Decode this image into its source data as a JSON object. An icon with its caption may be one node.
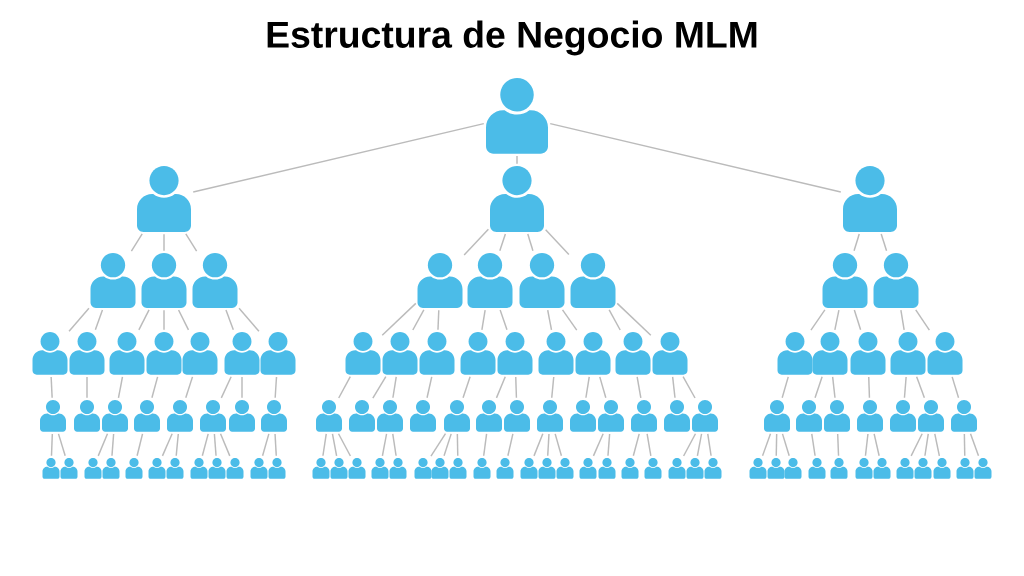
{
  "diagram": {
    "title": "Estructura de Negocio MLM",
    "nodes": [
      {
        "text": [],
        "shape": "person"
      },
      {
        "text": [],
        "shape": "person"
      },
      {
        "text": [],
        "shape": "person"
      },
      {
        "text": [],
        "shape": "person"
      },
      {
        "text": [],
        "shape": "person"
      },
      {
        "text": [],
        "shape": "person"
      },
      {
        "text": [],
        "shape": "person"
      },
      {
        "text": [],
        "shape": "person"
      },
      {
        "text": [],
        "shape": "person"
      },
      {
        "text": [],
        "shape": "person"
      },
      {
        "text": [],
        "shape": "person"
      },
      {
        "text": [],
        "shape": "person"
      },
      {
        "text": [],
        "shape": "person"
      },
      {
        "text": [],
        "shape": "person"
      },
      {
        "text": [],
        "shape": "person"
      },
      {
        "text": [],
        "shape": "person"
      },
      {
        "text": [],
        "shape": "person"
      },
      {
        "text": [],
        "shape": "person"
      },
      {
        "text": [],
        "shape": "person"
      },
      {
        "text": [],
        "shape": "person"
      },
      {
        "text": [],
        "shape": "person"
      },
      {
        "text": [],
        "shape": "person"
      },
      {
        "text": [],
        "shape": "person"
      },
      {
        "text": [],
        "shape": "person"
      },
      {
        "text": [],
        "shape": "person"
      },
      {
        "text": [],
        "shape": "person"
      },
      {
        "text": [],
        "shape": "person"
      },
      {
        "text": [],
        "shape": "person"
      },
      {
        "text": [],
        "shape": "person"
      },
      {
        "text": [],
        "shape": "person"
      },
      {
        "text": [],
        "shape": "person"
      },
      {
        "text": [],
        "shape": "person"
      },
      {
        "text": [],
        "shape": "person"
      },
      {
        "text": [],
        "shape": "person"
      },
      {
        "text": [],
        "shape": "person"
      },
      {
        "text": [],
        "shape": "person"
      },
      {
        "text": [],
        "shape": "person"
      },
      {
        "text": [],
        "shape": "person"
      },
      {
        "text": [],
        "shape": "person"
      },
      {
        "text": [],
        "shape": "person"
      },
      {
        "text": [],
        "shape": "person"
      },
      {
        "text": [],
        "shape": "person"
      },
      {
        "text": [],
        "shape": "person"
      },
      {
        "text": [],
        "shape": "person"
      },
      {
        "text": [],
        "shape": "person"
      },
      {
        "text": [],
        "shape": "person"
      },
      {
        "text": [],
        "shape": "person"
      },
      {
        "text": [],
        "shape": "person"
      },
      {
        "text": [],
        "shape": "person"
      },
      {
        "text": [],
        "shape": "person"
      },
      {
        "text": [],
        "shape": "person"
      },
      {
        "text": [],
        "shape": "person"
      },
      {
        "text": [],
        "shape": "person"
      },
      {
        "text": [],
        "shape": "person"
      },
      {
        "text": [],
        "shape": "person"
      },
      {
        "text": [],
        "shape": "person"
      },
      {
        "text": [],
        "shape": "person"
      },
      {
        "text": [],
        "shape": "person"
      },
      {
        "text": [],
        "shape": "person"
      },
      {
        "text": [],
        "shape": "person"
      },
      {
        "text": [],
        "shape": "person"
      },
      {
        "text": [],
        "shape": "person"
      },
      {
        "text": [],
        "shape": "person"
      },
      {
        "text": [],
        "shape": "person"
      },
      {
        "text": [],
        "shape": "person"
      },
      {
        "text": [],
        "shape": "person"
      },
      {
        "text": [],
        "shape": "person"
      },
      {
        "text": [],
        "shape": "person"
      },
      {
        "text": [],
        "shape": "person"
      },
      {
        "text": [],
        "shape": "person"
      },
      {
        "text": [],
        "shape": "person"
      },
      {
        "text": [],
        "shape": "person"
      },
      {
        "text": [],
        "shape": "person"
      },
      {
        "text": [],
        "shape": "person"
      },
      {
        "text": [],
        "shape": "person"
      },
      {
        "text": [],
        "shape": "person"
      },
      {
        "text": [],
        "shape": "person"
      },
      {
        "text": [],
        "shape": "person"
      },
      {
        "text": [],
        "shape": "person"
      },
      {
        "text": [],
        "shape": "person"
      },
      {
        "text": [],
        "shape": "person"
      },
      {
        "text": [],
        "shape": "person"
      },
      {
        "text": [],
        "shape": "person"
      },
      {
        "text": [],
        "shape": "person"
      },
      {
        "text": [],
        "shape": "person"
      },
      {
        "text": [],
        "shape": "person"
      },
      {
        "text": [],
        "shape": "person"
      },
      {
        "text": [],
        "shape": "person"
      },
      {
        "text": [],
        "shape": "person"
      },
      {
        "text": [],
        "shape": "person"
      },
      {
        "text": [],
        "shape": "person"
      },
      {
        "text": [],
        "shape": "person"
      },
      {
        "text": [],
        "shape": "person"
      },
      {
        "text": [],
        "shape": "person"
      },
      {
        "text": [],
        "shape": "person"
      },
      {
        "text": [],
        "shape": "person"
      },
      {
        "text": [],
        "shape": "person"
      },
      {
        "text": [],
        "shape": "person"
      },
      {
        "text": [],
        "shape": "person"
      },
      {
        "text": [],
        "shape": "person"
      },
      {
        "text": [],
        "shape": "person"
      },
      {
        "text": [],
        "shape": "person"
      },
      {
        "text": [],
        "shape": "person"
      },
      {
        "text": [],
        "shape": "person"
      },
      {
        "text": [],
        "shape": "person"
      },
      {
        "text": [],
        "shape": "person"
      }
    ],
    "edges": [
      {
        "from": 0,
        "to": 1,
        "arrow": "none"
      },
      {
        "from": 0,
        "to": 2,
        "arrow": "none"
      },
      {
        "from": 0,
        "to": 3,
        "arrow": "none"
      },
      {
        "from": 1,
        "to": 4,
        "arrow": "none"
      },
      {
        "from": 1,
        "to": 5,
        "arrow": "none"
      },
      {
        "from": 1,
        "to": 6,
        "arrow": "none"
      },
      {
        "from": 2,
        "to": 7,
        "arrow": "none"
      },
      {
        "from": 2,
        "to": 8,
        "arrow": "none"
      },
      {
        "from": 2,
        "to": 9,
        "arrow": "none"
      },
      {
        "from": 2,
        "to": 10,
        "arrow": "none"
      },
      {
        "from": 3,
        "to": 11,
        "arrow": "none"
      },
      {
        "from": 3,
        "to": 12,
        "arrow": "none"
      },
      {
        "from": 4,
        "to": 13,
        "arrow": "none"
      },
      {
        "from": 4,
        "to": 14,
        "arrow": "none"
      },
      {
        "from": 5,
        "to": 15,
        "arrow": "none"
      },
      {
        "from": 5,
        "to": 16,
        "arrow": "none"
      },
      {
        "from": 5,
        "to": 17,
        "arrow": "none"
      },
      {
        "from": 6,
        "to": 18,
        "arrow": "none"
      },
      {
        "from": 6,
        "to": 19,
        "arrow": "none"
      },
      {
        "from": 7,
        "to": 20,
        "arrow": "none"
      },
      {
        "from": 7,
        "to": 21,
        "arrow": "none"
      },
      {
        "from": 7,
        "to": 22,
        "arrow": "none"
      },
      {
        "from": 8,
        "to": 23,
        "arrow": "none"
      },
      {
        "from": 8,
        "to": 24,
        "arrow": "none"
      },
      {
        "from": 9,
        "to": 25,
        "arrow": "none"
      },
      {
        "from": 9,
        "to": 26,
        "arrow": "none"
      },
      {
        "from": 10,
        "to": 27,
        "arrow": "none"
      },
      {
        "from": 10,
        "to": 28,
        "arrow": "none"
      },
      {
        "from": 11,
        "to": 29,
        "arrow": "none"
      },
      {
        "from": 11,
        "to": 30,
        "arrow": "none"
      },
      {
        "from": 11,
        "to": 31,
        "arrow": "none"
      },
      {
        "from": 12,
        "to": 32,
        "arrow": "none"
      },
      {
        "from": 12,
        "to": 33,
        "arrow": "none"
      },
      {
        "from": 13,
        "to": 34,
        "arrow": "none"
      },
      {
        "from": 14,
        "to": 35,
        "arrow": "none"
      },
      {
        "from": 15,
        "to": 36,
        "arrow": "none"
      },
      {
        "from": 16,
        "to": 37,
        "arrow": "none"
      },
      {
        "from": 17,
        "to": 38,
        "arrow": "none"
      },
      {
        "from": 18,
        "to": 39,
        "arrow": "none"
      },
      {
        "from": 18,
        "to": 40,
        "arrow": "none"
      },
      {
        "from": 19,
        "to": 41,
        "arrow": "none"
      },
      {
        "from": 20,
        "to": 42,
        "arrow": "none"
      },
      {
        "from": 21,
        "to": 43,
        "arrow": "none"
      },
      {
        "from": 21,
        "to": 44,
        "arrow": "none"
      },
      {
        "from": 22,
        "to": 45,
        "arrow": "none"
      },
      {
        "from": 23,
        "to": 46,
        "arrow": "none"
      },
      {
        "from": 24,
        "to": 47,
        "arrow": "none"
      },
      {
        "from": 24,
        "to": 48,
        "arrow": "none"
      },
      {
        "from": 25,
        "to": 49,
        "arrow": "none"
      },
      {
        "from": 26,
        "to": 50,
        "arrow": "none"
      },
      {
        "from": 26,
        "to": 51,
        "arrow": "none"
      },
      {
        "from": 27,
        "to": 52,
        "arrow": "none"
      },
      {
        "from": 28,
        "to": 53,
        "arrow": "none"
      },
      {
        "from": 28,
        "to": 54,
        "arrow": "none"
      },
      {
        "from": 29,
        "to": 55,
        "arrow": "none"
      },
      {
        "from": 30,
        "to": 56,
        "arrow": "none"
      },
      {
        "from": 30,
        "to": 57,
        "arrow": "none"
      },
      {
        "from": 31,
        "to": 58,
        "arrow": "none"
      },
      {
        "from": 32,
        "to": 59,
        "arrow": "none"
      },
      {
        "from": 32,
        "to": 60,
        "arrow": "none"
      },
      {
        "from": 33,
        "to": 61,
        "arrow": "none"
      },
      {
        "from": 34,
        "to": 62,
        "arrow": "none"
      },
      {
        "from": 34,
        "to": 63,
        "arrow": "none"
      },
      {
        "from": 36,
        "to": 64,
        "arrow": "none"
      },
      {
        "from": 36,
        "to": 65,
        "arrow": "none"
      },
      {
        "from": 37,
        "to": 66,
        "arrow": "none"
      },
      {
        "from": 38,
        "to": 67,
        "arrow": "none"
      },
      {
        "from": 38,
        "to": 68,
        "arrow": "none"
      },
      {
        "from": 39,
        "to": 69,
        "arrow": "none"
      },
      {
        "from": 39,
        "to": 70,
        "arrow": "none"
      },
      {
        "from": 39,
        "to": 71,
        "arrow": "none"
      },
      {
        "from": 41,
        "to": 72,
        "arrow": "none"
      },
      {
        "from": 41,
        "to": 73,
        "arrow": "none"
      },
      {
        "from": 42,
        "to": 74,
        "arrow": "none"
      },
      {
        "from": 42,
        "to": 75,
        "arrow": "none"
      },
      {
        "from": 42,
        "to": 76,
        "arrow": "none"
      },
      {
        "from": 44,
        "to": 77,
        "arrow": "none"
      },
      {
        "from": 44,
        "to": 78,
        "arrow": "none"
      },
      {
        "from": 46,
        "to": 79,
        "arrow": "none"
      },
      {
        "from": 46,
        "to": 80,
        "arrow": "none"
      },
      {
        "from": 46,
        "to": 81,
        "arrow": "none"
      },
      {
        "from": 47,
        "to": 82,
        "arrow": "none"
      },
      {
        "from": 48,
        "to": 83,
        "arrow": "none"
      },
      {
        "from": 49,
        "to": 84,
        "arrow": "none"
      },
      {
        "from": 49,
        "to": 85,
        "arrow": "none"
      },
      {
        "from": 49,
        "to": 86,
        "arrow": "none"
      },
      {
        "from": 51,
        "to": 87,
        "arrow": "none"
      },
      {
        "from": 51,
        "to": 88,
        "arrow": "none"
      },
      {
        "from": 52,
        "to": 89,
        "arrow": "none"
      },
      {
        "from": 52,
        "to": 90,
        "arrow": "none"
      },
      {
        "from": 54,
        "to": 91,
        "arrow": "none"
      },
      {
        "from": 54,
        "to": 92,
        "arrow": "none"
      },
      {
        "from": 54,
        "to": 93,
        "arrow": "none"
      },
      {
        "from": 55,
        "to": 94,
        "arrow": "none"
      },
      {
        "from": 55,
        "to": 95,
        "arrow": "none"
      },
      {
        "from": 55,
        "to": 96,
        "arrow": "none"
      },
      {
        "from": 56,
        "to": 97,
        "arrow": "none"
      },
      {
        "from": 57,
        "to": 98,
        "arrow": "none"
      },
      {
        "from": 58,
        "to": 99,
        "arrow": "none"
      },
      {
        "from": 58,
        "to": 100,
        "arrow": "none"
      },
      {
        "from": 60,
        "to": 101,
        "arrow": "none"
      },
      {
        "from": 60,
        "to": 102,
        "arrow": "none"
      },
      {
        "from": 60,
        "to": 103,
        "arrow": "none"
      },
      {
        "from": 61,
        "to": 104,
        "arrow": "none"
      },
      {
        "from": 61,
        "to": 105,
        "arrow": "none"
      }
    ]
  }
}
